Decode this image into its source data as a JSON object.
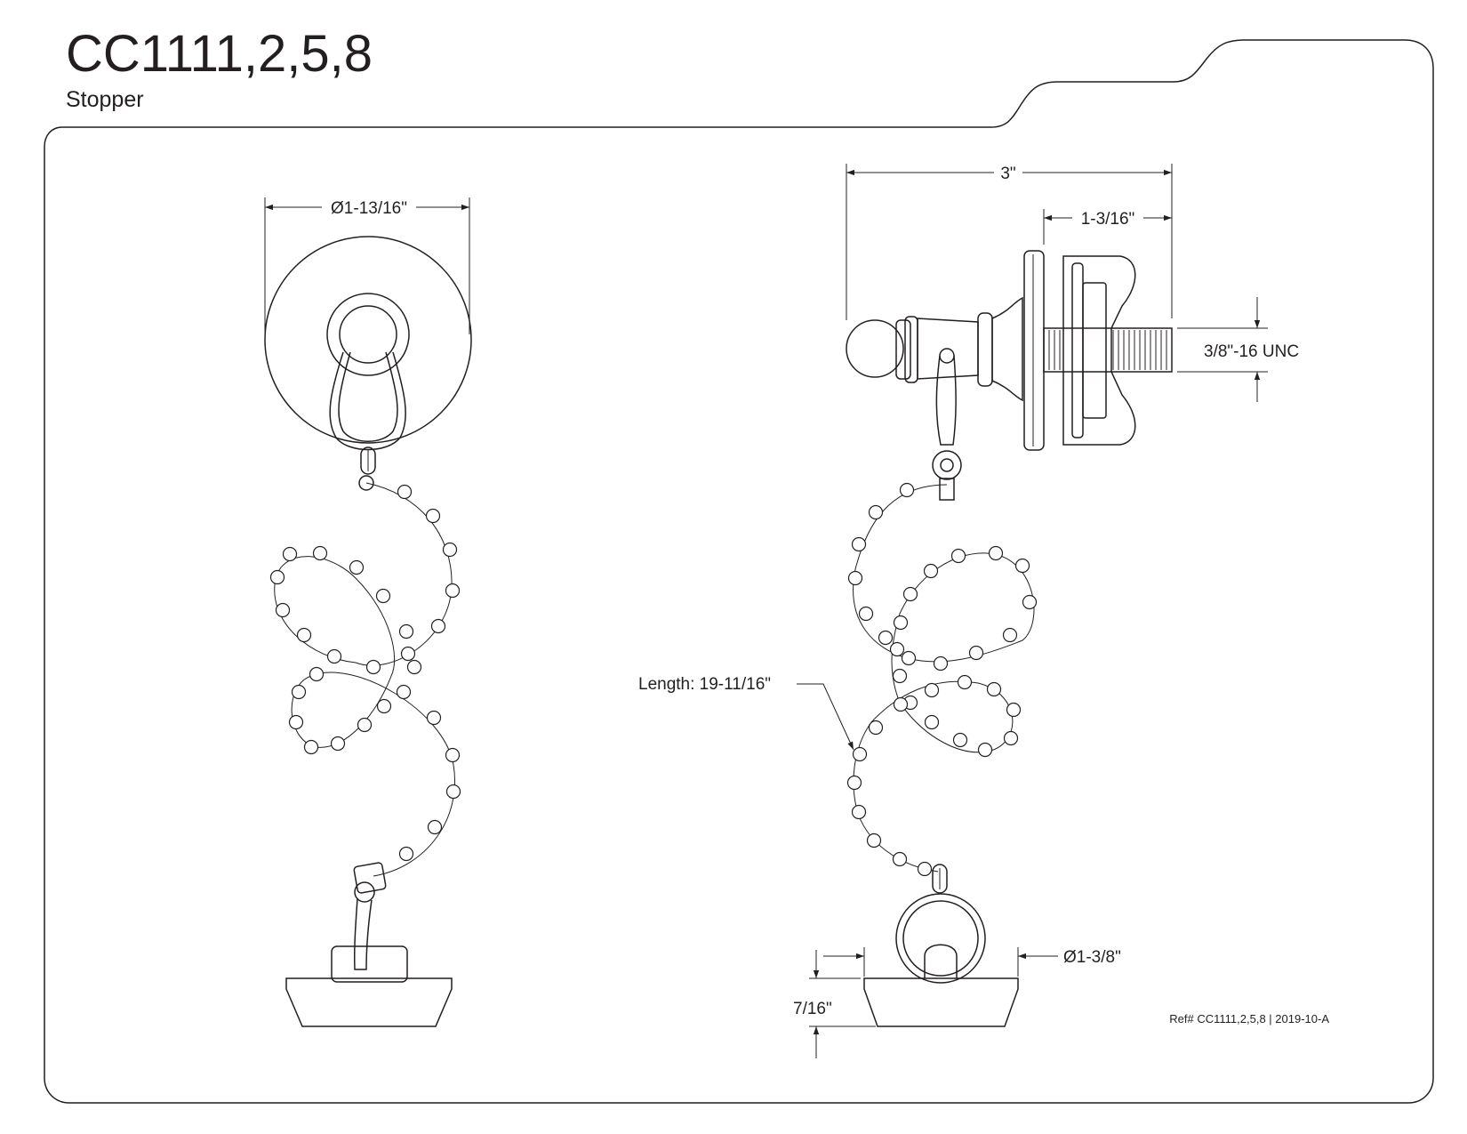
{
  "header": {
    "title": "CC1111,2,5,8",
    "subtitle": "Stopper"
  },
  "dimensions": {
    "front_diameter": "Ø1-13/16\"",
    "overall_length": "3\"",
    "shank_length": "1-3/16\"",
    "thread": "3/8\"-16 UNC",
    "chain_length": "Length: 19-11/16\"",
    "plug_diameter": "Ø1-3/8\"",
    "plug_height": "7/16\""
  },
  "footer": {
    "ref": "Ref# CC1111,2,5,8 | 2019-10-A"
  }
}
